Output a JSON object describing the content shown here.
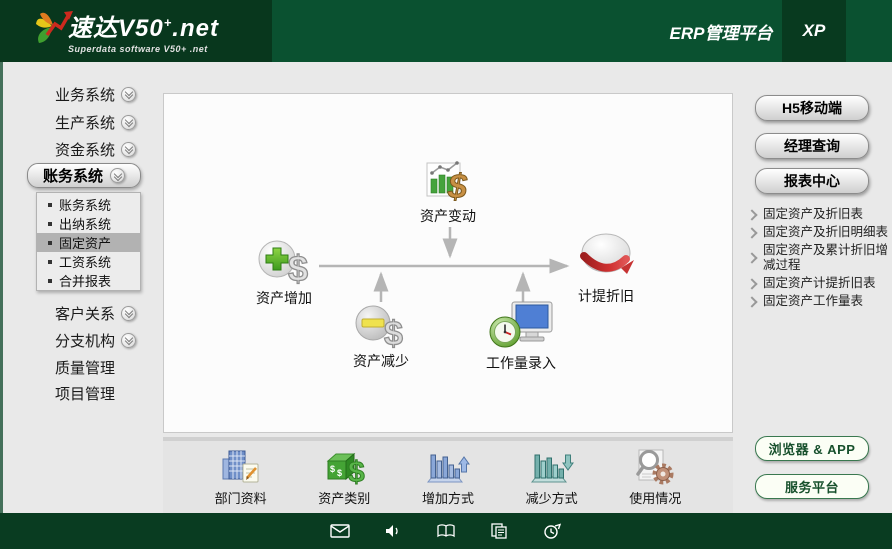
{
  "header": {
    "brand_main": "速达V50",
    "brand_sup": "+",
    "brand_suffix": ".net",
    "subtitle": "Superdata software V50+ .net",
    "erp_label": "ERP管理平台",
    "xp_label": "XP"
  },
  "sidebar": {
    "top_items": [
      {
        "label": "业务系统"
      },
      {
        "label": "生产系统"
      },
      {
        "label": "资金系统"
      }
    ],
    "selected_group": {
      "label": "账务系统"
    },
    "submenu": {
      "items": [
        {
          "label": "账务系统"
        },
        {
          "label": "出纳系统"
        },
        {
          "label": "固定资产",
          "selected": true
        },
        {
          "label": "工资系统"
        },
        {
          "label": "合并报表"
        }
      ]
    },
    "bottom_items": [
      {
        "label": "客户关系",
        "has_chevron": true
      },
      {
        "label": "分支机构",
        "has_chevron": true
      },
      {
        "label": "质量管理",
        "has_chevron": false
      },
      {
        "label": "项目管理",
        "has_chevron": false
      }
    ]
  },
  "flowchart": {
    "asset_change": "资产变动",
    "asset_increase": "资产增加",
    "depreciation": "计提折旧",
    "asset_decrease": "资产减少",
    "workload_entry": "工作量录入"
  },
  "right_panel": {
    "h5_button": "H5移动端",
    "manager_query_button": "经理查询",
    "report_center_button": "报表中心",
    "report_links": [
      {
        "label": "固定资产及折旧表"
      },
      {
        "label": "固定资产及折旧明细表"
      },
      {
        "label": "固定资产及累计折旧增减过程"
      },
      {
        "label": "固定资产计提折旧表"
      },
      {
        "label": "固定资产工作量表"
      }
    ],
    "browser_app_button": "浏览器 & APP",
    "service_platform_button": "服务平台"
  },
  "toolbar": {
    "items": [
      {
        "label": "部门资料",
        "icon": "department-building-icon"
      },
      {
        "label": "资产类别",
        "icon": "asset-category-cube-icon"
      },
      {
        "label": "增加方式",
        "icon": "increase-method-chart-icon"
      },
      {
        "label": "减少方式",
        "icon": "decrease-method-chart-icon"
      },
      {
        "label": "使用情况",
        "icon": "usage-status-search-gear-icon"
      }
    ]
  },
  "footer": {
    "icons": [
      "mail",
      "sound",
      "manual-book",
      "documents",
      "schedule"
    ]
  },
  "colors": {
    "header_green": "#0a5130",
    "header_dark_green": "#08371d",
    "footer_green": "#093c21",
    "body_gray": "#e9e9e9",
    "button_green_border": "#39784f",
    "button_green_text": "#17502c",
    "flow_arrow_gray": "#b5b5b5"
  }
}
